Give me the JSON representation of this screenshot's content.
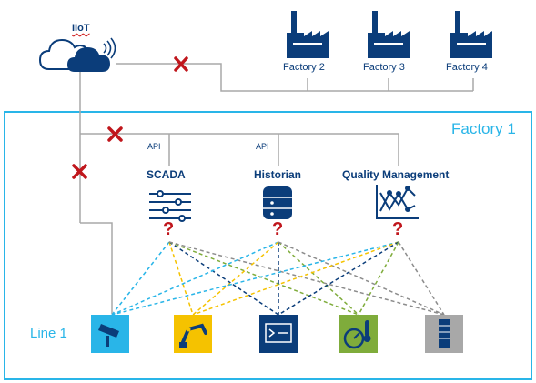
{
  "cloud": {
    "label": "IIoT"
  },
  "factories": [
    "Factory 2",
    "Factory 3",
    "Factory 4"
  ],
  "factory1": {
    "label": "Factory 1"
  },
  "systems": [
    {
      "name": "SCADA",
      "api": "API"
    },
    {
      "name": "Historian",
      "api": "API"
    },
    {
      "name": "Quality Management",
      "api": ""
    }
  ],
  "unknown_marker": "?",
  "line": {
    "label": "Line 1"
  },
  "devices": [
    {
      "icon": "camera-icon",
      "color": "#29b5e8"
    },
    {
      "icon": "robot-arm-icon",
      "color": "#f5c200"
    },
    {
      "icon": "control-panel-icon",
      "color": "#0b3d7a"
    },
    {
      "icon": "thermometer-gauge-icon",
      "color": "#7fac3b"
    },
    {
      "icon": "server-rack-icon",
      "color": "#a8a8a8"
    }
  ],
  "colors": {
    "navy": "#0b3d7a",
    "frame": "#29b5e8",
    "blocked": "#c0161c",
    "wire": "#a8a8a8"
  }
}
